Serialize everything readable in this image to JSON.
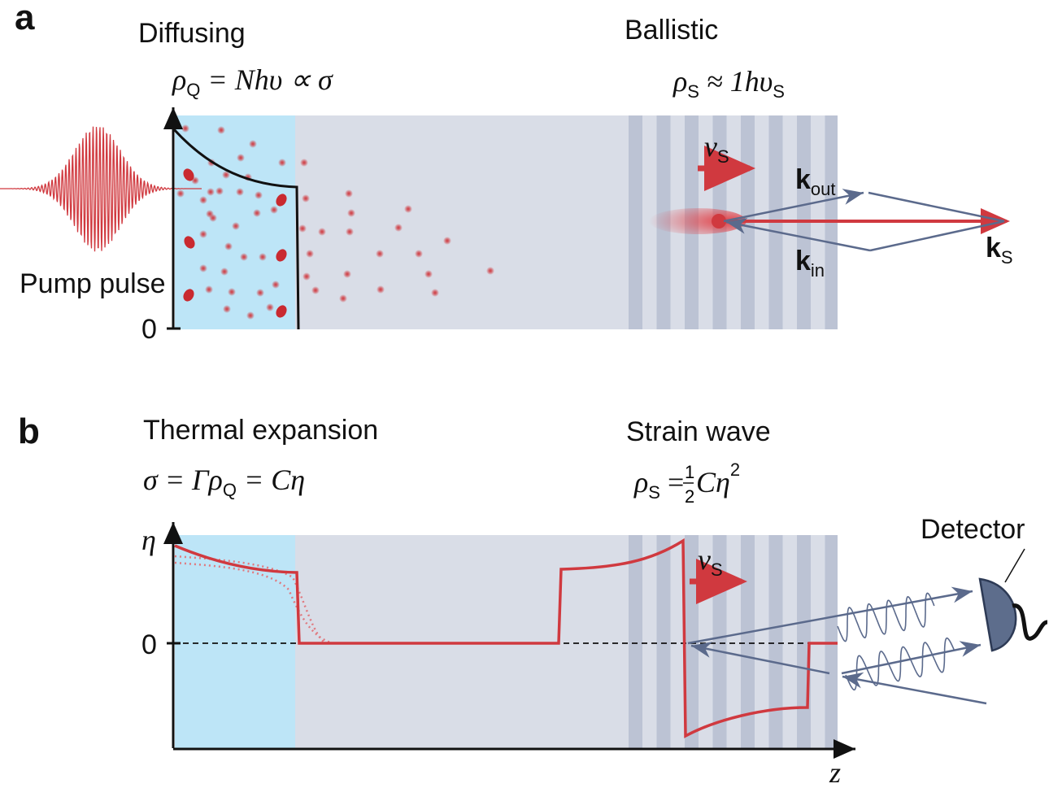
{
  "panel_a": {
    "label": "a",
    "diffusing_title": "Diffusing",
    "diffusing_eq": {
      "rho": "ρ",
      "sub": "Q",
      "rest": " = Nhυ ∝ σ"
    },
    "ballistic_title": "Ballistic",
    "ballistic_eq": {
      "rho": "ρ",
      "sub": "S",
      "mid": " ≈ 1hυ",
      "sub2": "S"
    },
    "pump_label": "Pump pulse",
    "zero": "0",
    "velocity": {
      "sym": "v",
      "sub": "S"
    },
    "k_out": {
      "sym": "k",
      "sub": "out"
    },
    "k_in": {
      "sym": "k",
      "sub": "in"
    },
    "k_s": {
      "sym": "k",
      "sub": "S"
    }
  },
  "panel_b": {
    "label": "b",
    "thermal_title": "Thermal expansion",
    "thermal_eq": {
      "a": "σ = Γρ",
      "sub": "Q",
      "b": " = Cη"
    },
    "strain_title": "Strain wave",
    "strain_eq": {
      "rho": "ρ",
      "sub": "S",
      "eq": " =",
      "num": "1",
      "den": "2",
      "rest": "Cη",
      "sup": "2"
    },
    "eta": "η",
    "zero": "0",
    "velocity": {
      "sym": "v",
      "sub": "S"
    },
    "detector": "Detector",
    "z_axis": "z"
  },
  "colors": {
    "heated": "#bde5f7",
    "substrate": "#d9dde7",
    "stripe": "#bcc3d4",
    "red": "#d0393f",
    "probe": "#5b6a8c",
    "detector": "#5d6d8c"
  }
}
